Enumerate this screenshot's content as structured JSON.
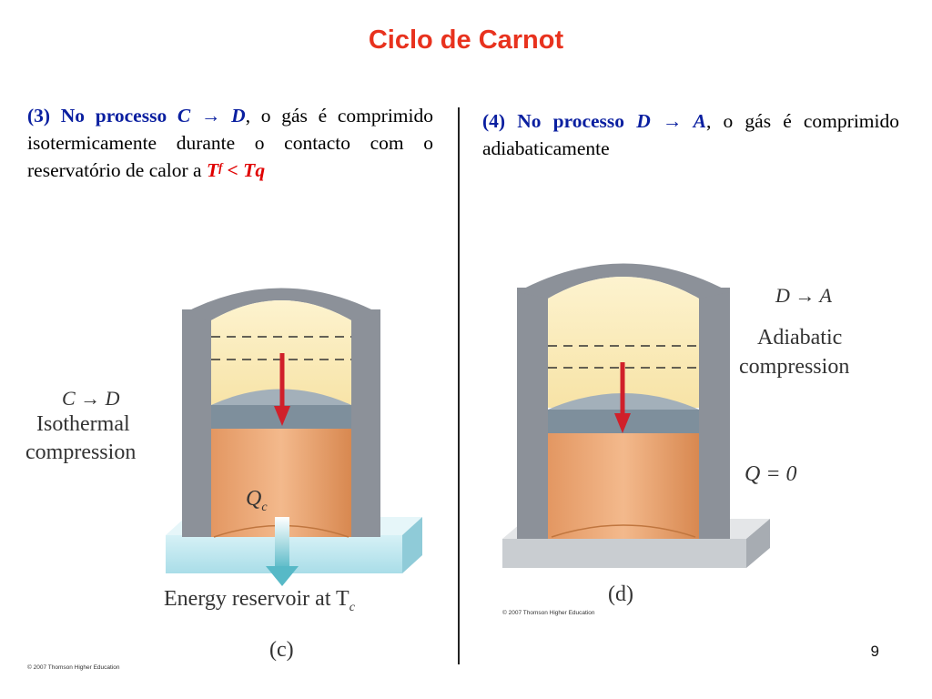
{
  "title": "Ciclo de Carnot",
  "left_text": {
    "lead": "(3) No processo ",
    "proc": "C → D",
    "rest": ", o gás é comprimido isotermicamente durante o contacto com o reservatório de calor a ",
    "cond": "Tᶠ < Tq"
  },
  "right_text": {
    "lead": "(4) No processo ",
    "proc": "D → A",
    "rest": ", o gás é comprimido adiabaticamente"
  },
  "figure_c": {
    "process": "C → D",
    "name_line1": "Isothermal",
    "name_line2": "compression",
    "heat": "Q",
    "heat_sub": "c",
    "reservoir": "Energy reservoir at T",
    "reservoir_sub": "c",
    "caption": "(c)",
    "copyright": "© 2007 Thomson Higher Education"
  },
  "figure_d": {
    "process": "D → A",
    "name_line1": "Adiabatic",
    "name_line2": "compression",
    "heat": "Q = 0",
    "caption": "(d)",
    "copyright": "© 2007 Thomson Higher Education"
  },
  "page_number": "9",
  "colors": {
    "title": "#e8321e",
    "lead_text": "#0a1fa0",
    "condition": "#e00000",
    "arrow": "#d0202a"
  }
}
